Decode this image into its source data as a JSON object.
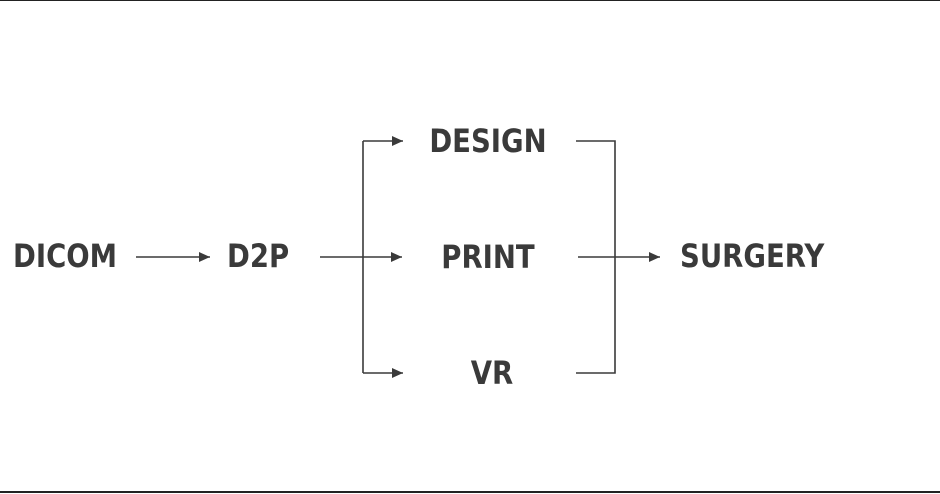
{
  "diagram": {
    "nodes": {
      "dicom": "DICOM",
      "d2p": "D2P",
      "design": "DESIGN",
      "print": "PRINT",
      "vr": "VR",
      "surgery": "SURGERY"
    },
    "edges": [
      {
        "from": "DICOM",
        "to": "D2P"
      },
      {
        "from": "D2P",
        "to": "DESIGN"
      },
      {
        "from": "D2P",
        "to": "PRINT"
      },
      {
        "from": "D2P",
        "to": "VR"
      },
      {
        "from": "DESIGN",
        "to": "SURGERY"
      },
      {
        "from": "PRINT",
        "to": "SURGERY"
      },
      {
        "from": "VR",
        "to": "SURGERY"
      }
    ],
    "colors": {
      "text": "#3a3a3a",
      "line": "#3a3a3a"
    }
  }
}
